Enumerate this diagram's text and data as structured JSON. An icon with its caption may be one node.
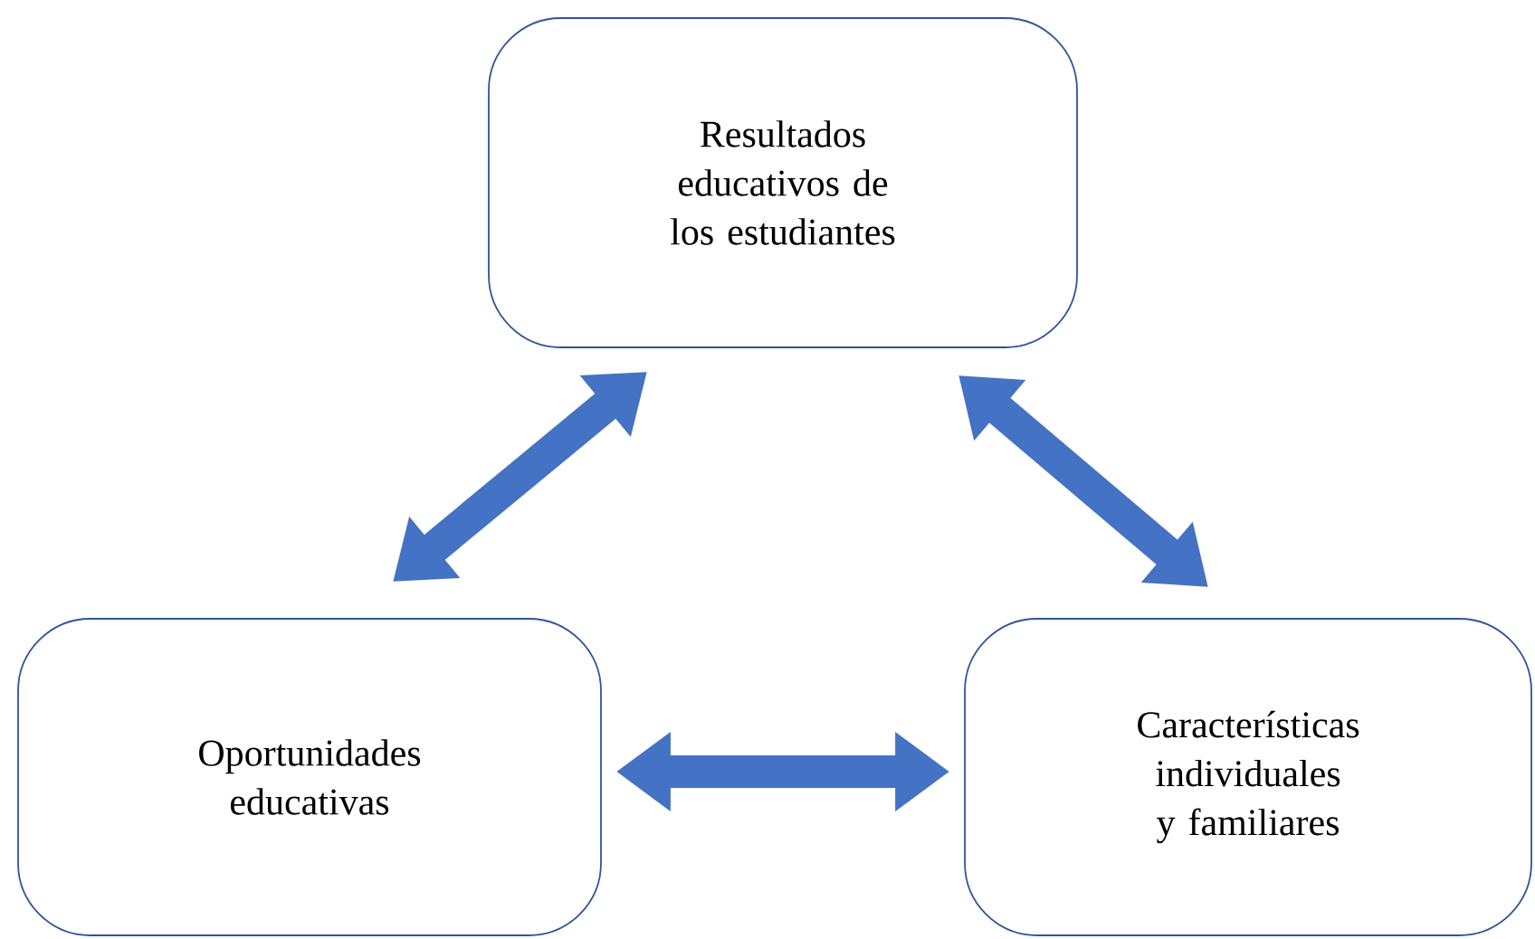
{
  "diagram": {
    "nodes": [
      {
        "text": [
          "Resultados educativos de los estudiantes"
        ]
      },
      {
        "text": [
          "Oportunidades educativas"
        ]
      },
      {
        "text": [
          "Características individuales y familiares"
        ]
      }
    ],
    "edges": [
      {
        "from": 1,
        "to": 0,
        "arrow": "both"
      },
      {
        "from": 0,
        "to": 2,
        "arrow": "both"
      },
      {
        "from": 1,
        "to": 2,
        "arrow": "both"
      }
    ]
  }
}
